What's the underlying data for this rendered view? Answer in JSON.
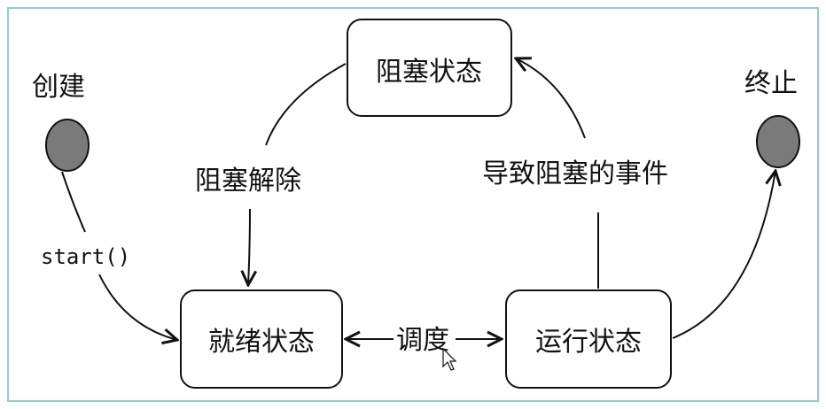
{
  "diagram": {
    "colors": {
      "border": "#8fcfd0",
      "stroke": "#111111",
      "node_fill": "#ffffff",
      "pseudo_fill": "#7a7a7a"
    },
    "pseudo_states": {
      "create": "创建",
      "terminate": "终止"
    },
    "states": {
      "blocked": "阻塞状态",
      "ready": "就绪状态",
      "running": "运行状态"
    },
    "transitions": {
      "start": "start()",
      "unblock": "阻塞解除",
      "block_event": "导致阻塞的事件",
      "dispatch": "调度"
    },
    "icons": {
      "cursor": "mouse-pointer-icon"
    }
  }
}
